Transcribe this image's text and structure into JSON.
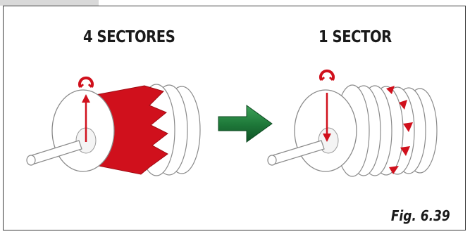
{
  "diagram": {
    "left_title": "4 SECTORES",
    "right_title": "1 SECTOR",
    "figure_label": "Fig. 6.39"
  },
  "colors": {
    "accent_red": "#d0101c",
    "arrow_green": "#1f7a3a",
    "outline": "#8a8a8a",
    "frame": "#3a3a3a"
  }
}
